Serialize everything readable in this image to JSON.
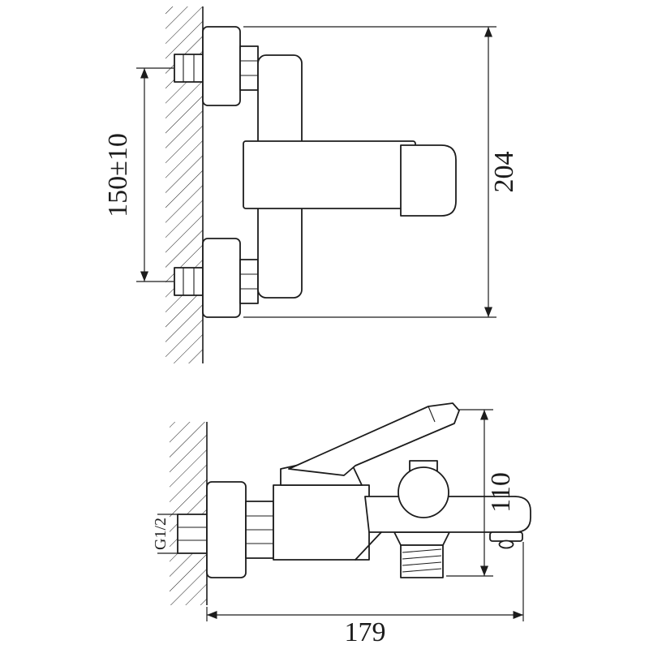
{
  "colors": {
    "background": "#ffffff",
    "line": "#1c1c1c"
  },
  "front_view": {
    "dimensions": {
      "mount_spacing": "150±10",
      "overall_height": "204"
    }
  },
  "side_view": {
    "dimensions": {
      "thread_size": "G1/2",
      "height": "110",
      "depth": "179"
    }
  }
}
